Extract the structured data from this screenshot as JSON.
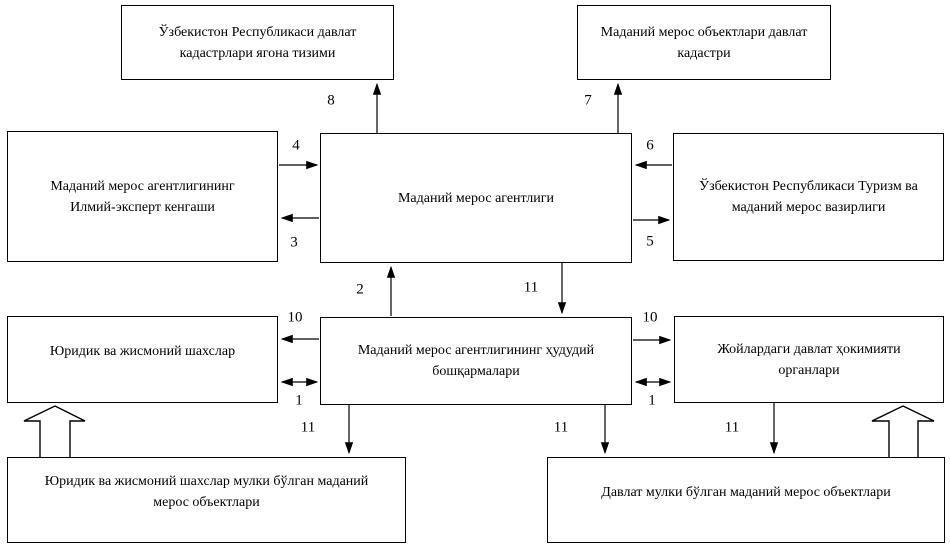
{
  "diagram": {
    "boxes": {
      "unified_cadastre": {
        "label": "Ўзбекистон Республикаси давлат кадастрлари ягона тизими"
      },
      "heritage_cadastre": {
        "label": "Маданий мерос объектлари давлат кадастри"
      },
      "expert_council": {
        "label": "Маданий мерос агентлигининг Илмий-эксперт кенгаши"
      },
      "heritage_agency": {
        "label": "Маданий мерос агентлиги"
      },
      "tourism_ministry": {
        "label": "Ўзбекистон Республикаси Туризм ва маданий мерос вазирлиги"
      },
      "legal_individuals": {
        "label": "Юридик ва жисмоний шахслар"
      },
      "territorial_departments": {
        "label": "Маданий мерос агентлигининг ҳудудий бошқармалари"
      },
      "local_authorities": {
        "label": "Жойлардаги давлат ҳокимияти органлари"
      },
      "private_heritage_objects": {
        "label": "Юридик ва жисмоний шахслар мулки бўлган маданий мерос объектлари"
      },
      "state_heritage_objects": {
        "label": "Давлат мулки бўлган маданий мерос объектлари"
      }
    },
    "arrow_labels": {
      "a8": "8",
      "a7": "7",
      "a4": "4",
      "a3": "3",
      "a6": "6",
      "a5": "5",
      "a2": "2",
      "a11_center": "11",
      "a10_left": "10",
      "a1_left": "1",
      "a10_right": "10",
      "a1_right": "1",
      "a11_bottom_left": "11",
      "a11_bottom_center": "11",
      "a11_bottom_right": "11"
    },
    "colors": {
      "line": "#000000",
      "background": "#ffffff",
      "box_fill": "#ffffff"
    }
  }
}
